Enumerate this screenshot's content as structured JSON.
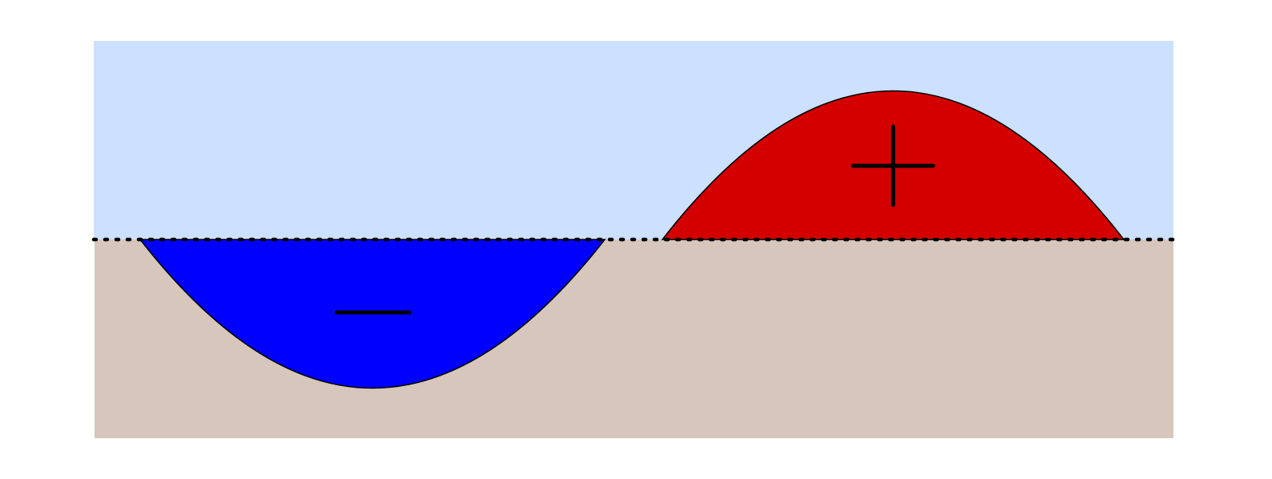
{
  "diagram": {
    "colors": {
      "page_background": "#ffffff",
      "upper_region": "#cce0ff",
      "lower_region": "#d6c6bb",
      "negative_lobe": "#0000ff",
      "positive_lobe": "#d40000",
      "outline": "#000000",
      "baseline": "#000000"
    },
    "baseline_style": "dotted",
    "lobes": [
      {
        "id": "negative",
        "direction": "below-baseline",
        "sign": "minus"
      },
      {
        "id": "positive",
        "direction": "above-baseline",
        "sign": "plus"
      }
    ]
  }
}
